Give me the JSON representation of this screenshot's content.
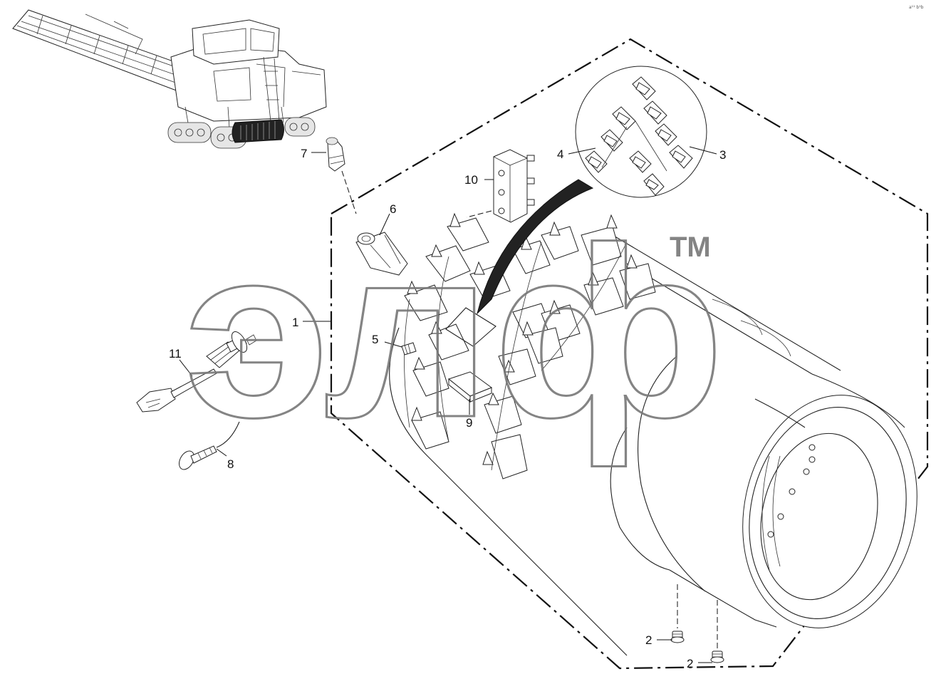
{
  "diagram": {
    "callouts": {
      "c1": "1",
      "c2a": "2",
      "c2b": "2",
      "c3": "3",
      "c4": "4",
      "c5": "5",
      "c6": "6",
      "c7": "7",
      "c8": "8",
      "c9": "9",
      "c10": "10",
      "c11": "11"
    },
    "watermark": {
      "text": "элф",
      "trademark": "TM"
    },
    "corner_mark": "a¹¹ b¹b"
  }
}
